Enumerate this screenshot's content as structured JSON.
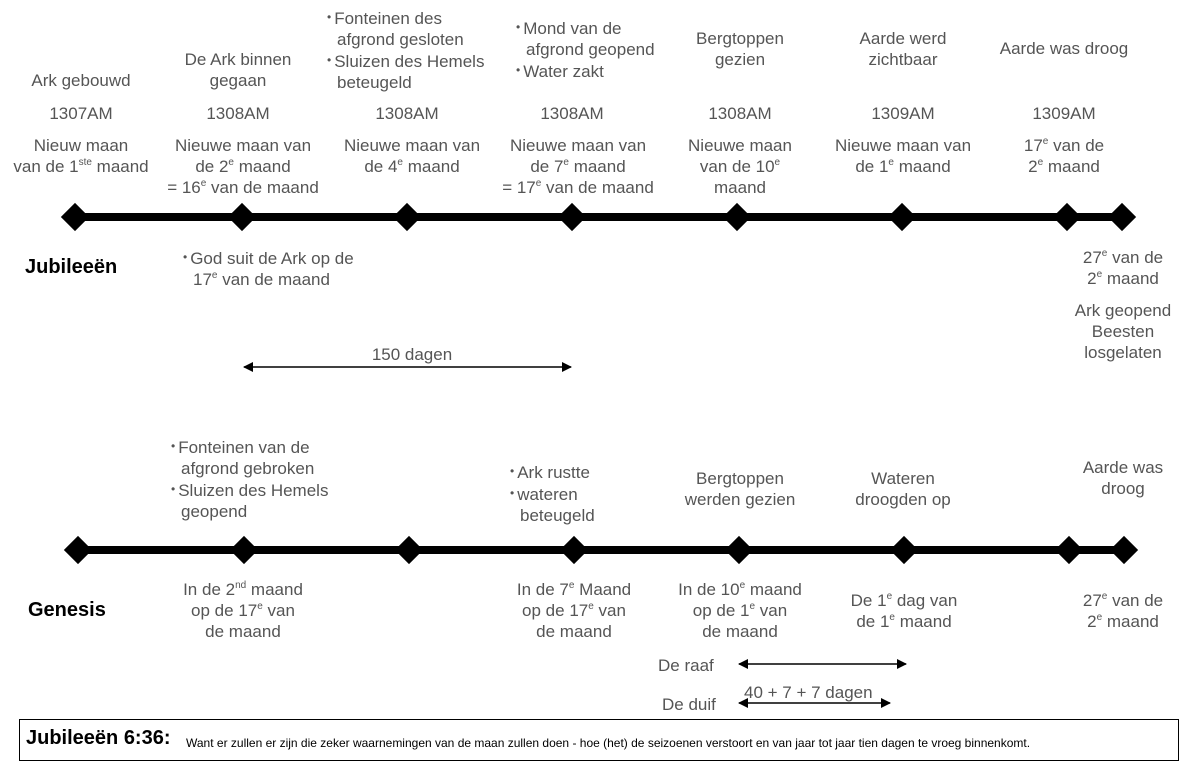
{
  "jubilees": {
    "label": "Jubileeën",
    "events_above": [
      {
        "lines": [
          {
            "text": "Ark gebouwd"
          }
        ]
      },
      {
        "lines": [
          {
            "text": "De Ark binnen"
          },
          {
            "text": "gegaan"
          }
        ]
      },
      {
        "lines": [
          {
            "text": "Fonteinen des",
            "bullet": true
          },
          {
            "text": "afgrond gesloten"
          },
          {
            "text": "Sluizen des Hemels",
            "bullet": true
          },
          {
            "text": "beteugeld"
          }
        ]
      },
      {
        "lines": [
          {
            "text": "Mond van de",
            "bullet": true
          },
          {
            "text": "afgrond geopend"
          },
          {
            "text": "Water zakt",
            "bullet": true
          }
        ]
      },
      {
        "lines": [
          {
            "text": "Bergtoppen"
          },
          {
            "text": "gezien"
          }
        ]
      },
      {
        "lines": [
          {
            "text": "Aarde werd"
          },
          {
            "text": "zichtbaar"
          }
        ]
      },
      {
        "lines": [
          {
            "text": "Aarde was droog"
          }
        ]
      }
    ],
    "years": [
      "1307AM",
      "1308AM",
      "1308AM",
      "1308AM",
      "1308AM",
      "1309AM",
      "1309AM"
    ],
    "dates": [
      [
        [
          {
            "t": "Nieuw maan"
          }
        ],
        [
          {
            "t": "van de 1"
          },
          {
            "t": "ste",
            "sup": true
          },
          {
            "t": " maand"
          }
        ]
      ],
      [
        [
          {
            "t": "Nieuwe maan van"
          }
        ],
        [
          {
            "t": "de 2"
          },
          {
            "t": "e",
            "sup": true
          },
          {
            "t": " maand"
          }
        ],
        [
          {
            "t": "= 16"
          },
          {
            "t": "e",
            "sup": true
          },
          {
            "t": " van de maand"
          }
        ]
      ],
      [
        [
          {
            "t": "Nieuwe maan van"
          }
        ],
        [
          {
            "t": "de 4"
          },
          {
            "t": "e",
            "sup": true
          },
          {
            "t": " maand"
          }
        ]
      ],
      [
        [
          {
            "t": "Nieuwe maan van"
          }
        ],
        [
          {
            "t": "de 7"
          },
          {
            "t": "e",
            "sup": true
          },
          {
            "t": " maand"
          }
        ],
        [
          {
            "t": "= 17"
          },
          {
            "t": "e",
            "sup": true
          },
          {
            "t": " van de maand"
          }
        ]
      ],
      [
        [
          {
            "t": "Nieuwe maan"
          }
        ],
        [
          {
            "t": "van de 10"
          },
          {
            "t": "e",
            "sup": true
          }
        ],
        [
          {
            "t": "maand"
          }
        ]
      ],
      [
        [
          {
            "t": "Nieuwe maan van"
          }
        ],
        [
          {
            "t": "de 1"
          },
          {
            "t": "e",
            "sup": true
          },
          {
            "t": " maand"
          }
        ]
      ],
      [
        [
          {
            "t": "17"
          },
          {
            "t": "e",
            "sup": true
          },
          {
            "t": " van de"
          }
        ],
        [
          {
            "t": "2"
          },
          {
            "t": "e",
            "sup": true
          },
          {
            "t": " maand"
          }
        ]
      ]
    ],
    "below_note": [
      [
        {
          "t": "God suit de Ark op de"
        }
      ],
      [
        {
          "t": "17"
        },
        {
          "t": "e",
          "sup": true
        },
        {
          "t": " van de maand"
        }
      ]
    ],
    "end_note": [
      [
        {
          "t": "27"
        },
        {
          "t": "e",
          "sup": true
        },
        {
          "t": " van de"
        }
      ],
      [
        {
          "t": "2"
        },
        {
          "t": "e",
          "sup": true
        },
        {
          "t": " maand"
        }
      ]
    ],
    "end_event": [
      "Ark geopend",
      "Beesten",
      "losgelaten"
    ],
    "span_label": "150 dagen"
  },
  "genesis": {
    "label": "Genesis",
    "events_above": [
      {
        "lines": [
          {
            "text": "Fonteinen van de",
            "bullet": true
          },
          {
            "text": "afgrond gebroken"
          },
          {
            "text": "Sluizen des Hemels",
            "bullet": true
          },
          {
            "text": "geopend"
          }
        ]
      },
      {
        "lines": [
          {
            "text": "Ark rustte",
            "bullet": true
          },
          {
            "text": "wateren",
            "bullet": true
          },
          {
            "text": "beteugeld"
          }
        ]
      },
      {
        "lines": [
          {
            "text": "Bergtoppen"
          },
          {
            "text": "werden gezien"
          }
        ]
      },
      {
        "lines": [
          {
            "text": "Wateren"
          },
          {
            "text": "droogden op"
          }
        ]
      },
      {
        "lines": [
          {
            "text": "Aarde was"
          },
          {
            "text": "droog"
          }
        ]
      }
    ],
    "dates_below": [
      [
        [
          {
            "t": "In de 2"
          },
          {
            "t": "nd",
            "sup": true
          },
          {
            "t": " maand"
          }
        ],
        [
          {
            "t": "op de 17"
          },
          {
            "t": "e",
            "sup": true
          },
          {
            "t": " van"
          }
        ],
        [
          {
            "t": "de maand"
          }
        ]
      ],
      [
        [
          {
            "t": "In de 7"
          },
          {
            "t": "e",
            "sup": true
          },
          {
            "t": " Maand"
          }
        ],
        [
          {
            "t": "op de 17"
          },
          {
            "t": "e",
            "sup": true
          },
          {
            "t": " van"
          }
        ],
        [
          {
            "t": "de maand"
          }
        ]
      ],
      [
        [
          {
            "t": "In de 10"
          },
          {
            "t": "e",
            "sup": true
          },
          {
            "t": " maand"
          }
        ],
        [
          {
            "t": "op de 1"
          },
          {
            "t": "e",
            "sup": true
          },
          {
            "t": " van"
          }
        ],
        [
          {
            "t": "de maand"
          }
        ]
      ],
      [
        [
          {
            "t": "De 1"
          },
          {
            "t": "e",
            "sup": true
          },
          {
            "t": " dag van"
          }
        ],
        [
          {
            "t": "de 1"
          },
          {
            "t": "e",
            "sup": true
          },
          {
            "t": " maand"
          }
        ]
      ],
      [
        [
          {
            "t": "27"
          },
          {
            "t": "e",
            "sup": true
          },
          {
            "t": " van de"
          }
        ],
        [
          {
            "t": "2"
          },
          {
            "t": "e",
            "sup": true
          },
          {
            "t": " maand"
          }
        ]
      ]
    ],
    "raven_label": "De raaf",
    "dove_label": "De duif",
    "dove_span": "40 + 7 + 7 dagen"
  },
  "quote": {
    "title": "Jubileeën 6:36:",
    "text": "Want er zullen er zijn die zeker waarnemingen van de maan zullen doen - hoe (het) de seizoenen verstoort en van jaar tot jaar tien dagen te vroeg binnenkomt."
  },
  "colors": {
    "line": "#000000",
    "text": "#555555",
    "label": "#000000"
  }
}
